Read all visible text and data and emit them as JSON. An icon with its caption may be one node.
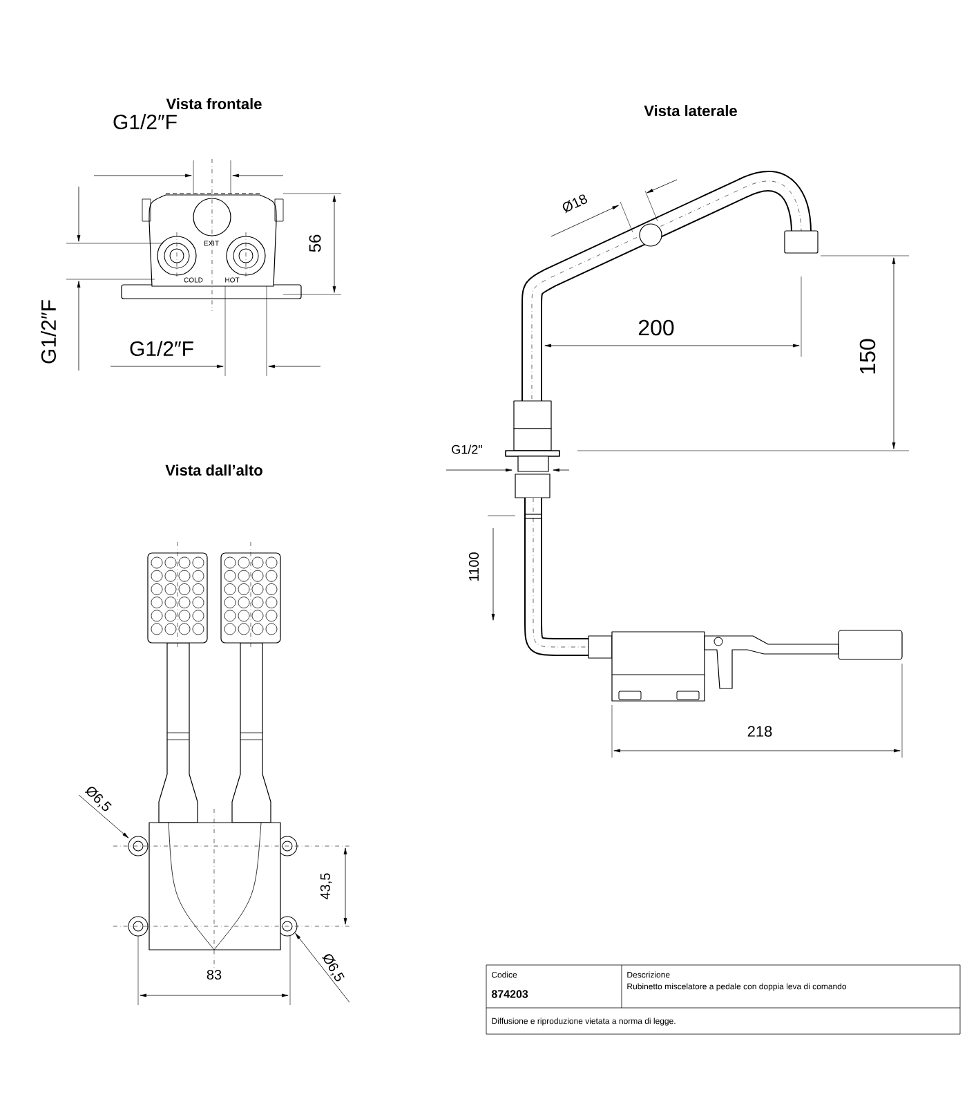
{
  "diagram": {
    "labels": [
      "Vista frontale",
      "Vista laterale",
      "G1/2″F",
      "56",
      "EXIT",
      "COLD",
      "HOT",
      "G1/2″F",
      "G1/2″F",
      "Ø18",
      "200",
      "150",
      "G1/2\"",
      "Vista dall’alto",
      "1100",
      "218",
      "Ø6,5",
      "43,5",
      "83",
      "Ø6,5",
      "Codice",
      "874203",
      "Descrizione",
      "Rubinetto miscelatore a pedale con doppia leva di comando",
      "Diffusione e riproduzione vietata a norma di legge."
    ]
  }
}
